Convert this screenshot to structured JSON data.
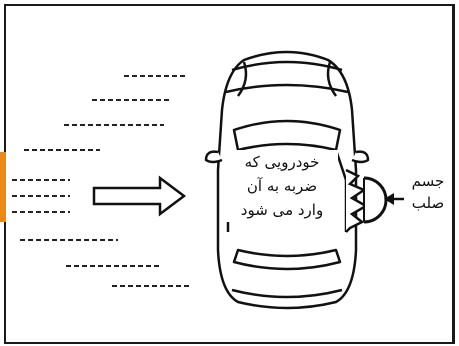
{
  "diagram": {
    "car_label": {
      "line1": "خودرویی که",
      "line2": "ضربه به آن",
      "line3": "وارد می شود"
    },
    "solid_label": {
      "line1": "جسم",
      "line2": "صلب"
    },
    "colors": {
      "frame": "#1a1a1a",
      "accent_tab": "#e8891a",
      "ink": "#111111"
    },
    "icons": [
      "motion-arrow-icon",
      "impact-arrow-icon",
      "car-topview-icon",
      "rigid-object-icon"
    ]
  }
}
